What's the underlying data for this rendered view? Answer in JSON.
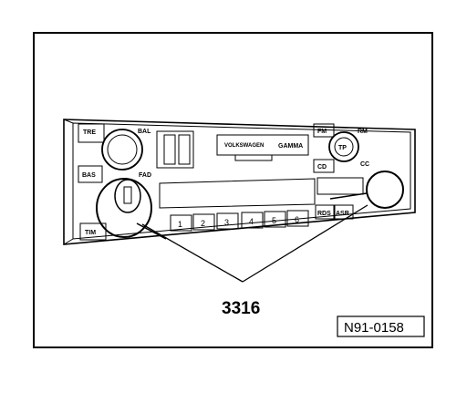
{
  "labels": {
    "tre": "TRE",
    "bal": "BAL",
    "bas": "BAS",
    "fad": "FAD",
    "tim": "TIM",
    "fm": "FM",
    "tp": "TP",
    "rm": "RM",
    "cd": "CD",
    "cc": "CC",
    "rds": "RDS",
    "asr": "ASR",
    "brand": "VOLKSWAGEN",
    "model": "GAMMA",
    "preset_1": "1",
    "preset_2": "2",
    "preset_3": "3",
    "preset_4": "4",
    "preset_5": "5",
    "preset_6": "6"
  },
  "callout": "3316",
  "reference": "N91-0158"
}
